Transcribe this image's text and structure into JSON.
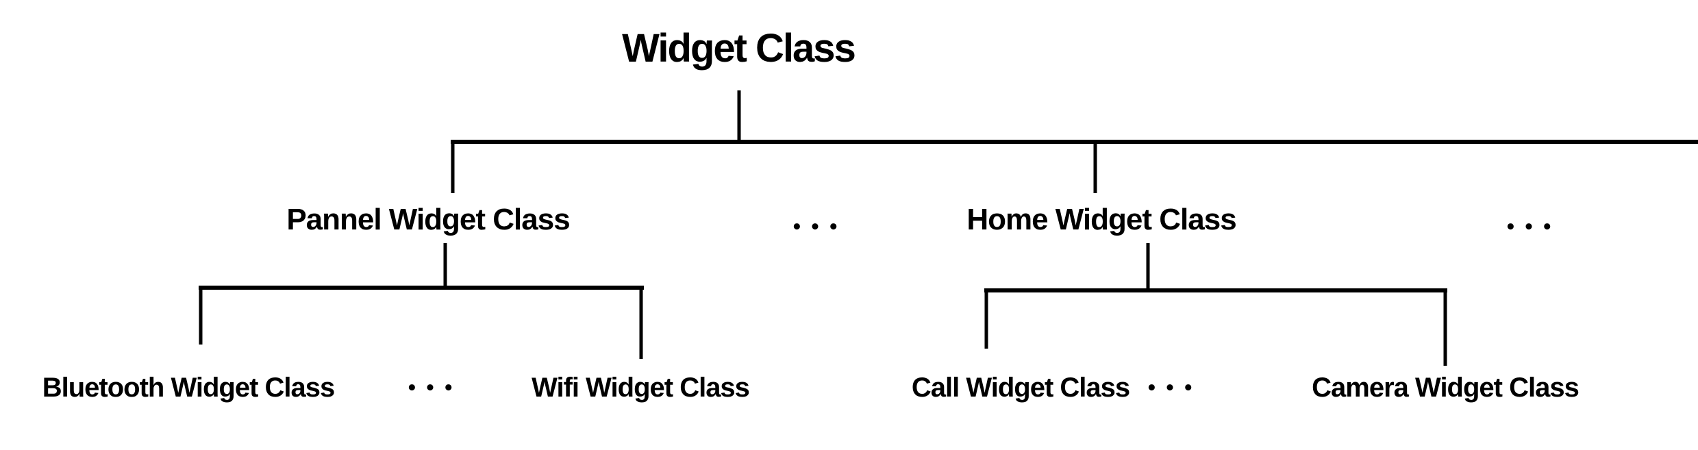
{
  "colors": {
    "background": "#ffffff",
    "ink": "#000000"
  },
  "tree": {
    "root": {
      "id": "widget-class",
      "label": "Widget Class"
    },
    "level1": [
      {
        "id": "pannel-widget-class",
        "label": "Pannel Widget Class",
        "parent": "widget-class"
      },
      {
        "id": "ellipsis-level1-left",
        "label": "●●●",
        "parent": "widget-class"
      },
      {
        "id": "home-widget-class",
        "label": "Home Widget Class",
        "parent": "widget-class"
      },
      {
        "id": "ellipsis-level1-right",
        "label": "●●●",
        "parent": "widget-class"
      }
    ],
    "level2": [
      {
        "id": "bluetooth-widget-class",
        "label": "Bluetooth Widget Class",
        "parent": "pannel-widget-class"
      },
      {
        "id": "ellipsis-pannel-children",
        "label": "●●●",
        "parent": "pannel-widget-class"
      },
      {
        "id": "wifi-widget-class",
        "label": "Wifi Widget Class",
        "parent": "pannel-widget-class"
      },
      {
        "id": "call-widget-class",
        "label": "Call Widget Class",
        "parent": "home-widget-class"
      },
      {
        "id": "ellipsis-home-children",
        "label": "●●●",
        "parent": "home-widget-class"
      },
      {
        "id": "camera-widget-class",
        "label": "Camera Widget Class",
        "parent": "home-widget-class"
      }
    ]
  }
}
